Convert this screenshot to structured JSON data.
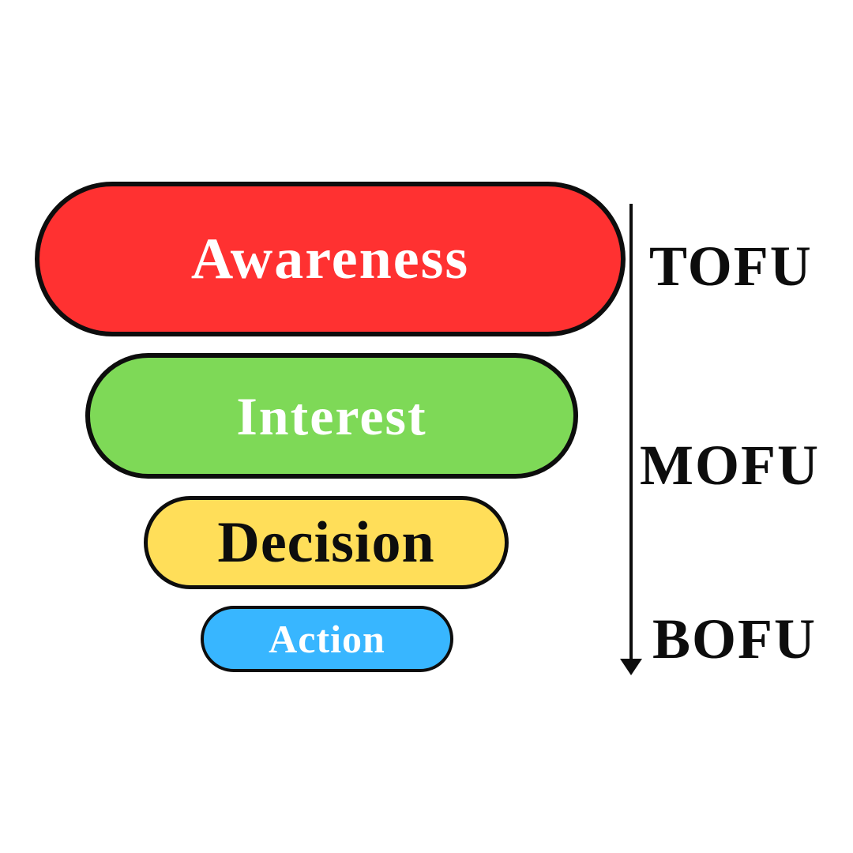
{
  "diagram": {
    "type": "marketing-funnel",
    "background": "#ffffff",
    "outline_color": "#0d0d0d",
    "label_color": "#0d0d0d",
    "stages": [
      {
        "label": "Awareness",
        "fill": "#ff3131",
        "text_color": "#ffffff"
      },
      {
        "label": "Interest",
        "fill": "#7ed957",
        "text_color": "#ffffff"
      },
      {
        "label": "Decision",
        "fill": "#ffde59",
        "text_color": "#0d0d0d"
      },
      {
        "label": "Action",
        "fill": "#38b6ff",
        "text_color": "#ffffff"
      }
    ],
    "side_labels": [
      {
        "label": "TOFU"
      },
      {
        "label": "MOFU"
      },
      {
        "label": "BOFU"
      }
    ],
    "arrow": {
      "direction": "down",
      "color": "#0d0d0d"
    }
  }
}
